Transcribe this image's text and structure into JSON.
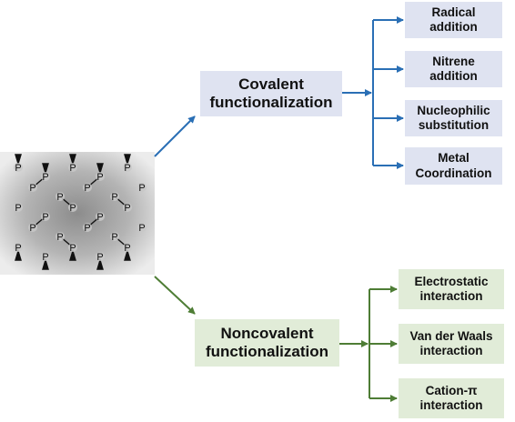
{
  "main": {
    "covalent": "Covalent\nfunctionalization",
    "noncovalent": "Noncovalent\nfunctionalization"
  },
  "covalent_items": [
    "Radical\naddition",
    "Nitrene\naddition",
    "Nucleophilic\nsubstitution",
    "Metal\nCoordination"
  ],
  "noncovalent_items": [
    "Electrostatic\ninteraction",
    "Van der Waals\ninteraction",
    "Cation-π\ninteraction"
  ],
  "molecule": {
    "atom_label": "P"
  },
  "colors": {
    "blue": "#2a6fb5",
    "green": "#4e7d35",
    "blue_box": "#dfe3f1",
    "green_box": "#e1ecd8"
  }
}
